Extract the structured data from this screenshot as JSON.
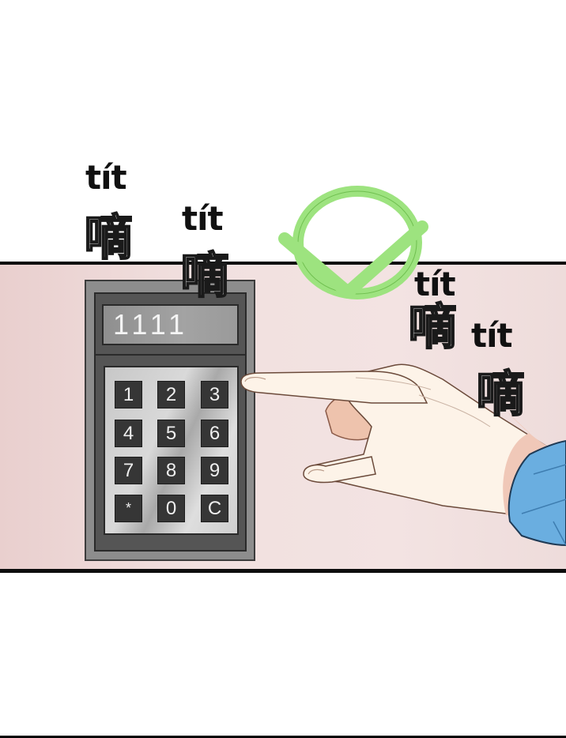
{
  "scene": {
    "description": "Comic panel: a finger presses a door keypad; the code is accepted",
    "colors": {
      "panel_background": "#f1e0df",
      "panel_border": "#0d0d0d",
      "device_body": "#8d8d8d",
      "device_inner": "#555555",
      "key_face": "#363636",
      "key_text": "#efefef",
      "check_green": "#9de37f",
      "skin": "#fdf3e8",
      "sleeve_blue": "#6aaee0"
    }
  },
  "keypad": {
    "display_value": "1111",
    "keys": [
      "1",
      "2",
      "3",
      "4",
      "5",
      "6",
      "7",
      "8",
      "9",
      "*",
      "0",
      "C"
    ],
    "pressed_key": "3"
  },
  "status": {
    "icon": "check-mark-icon",
    "meaning": "accepted"
  },
  "sound_effects": [
    {
      "latin": "tít",
      "cjk": "嘀"
    },
    {
      "latin": "tít",
      "cjk": "嘀"
    },
    {
      "latin": "tít",
      "cjk": "嘀"
    },
    {
      "latin": "tít",
      "cjk": "嘀"
    }
  ]
}
